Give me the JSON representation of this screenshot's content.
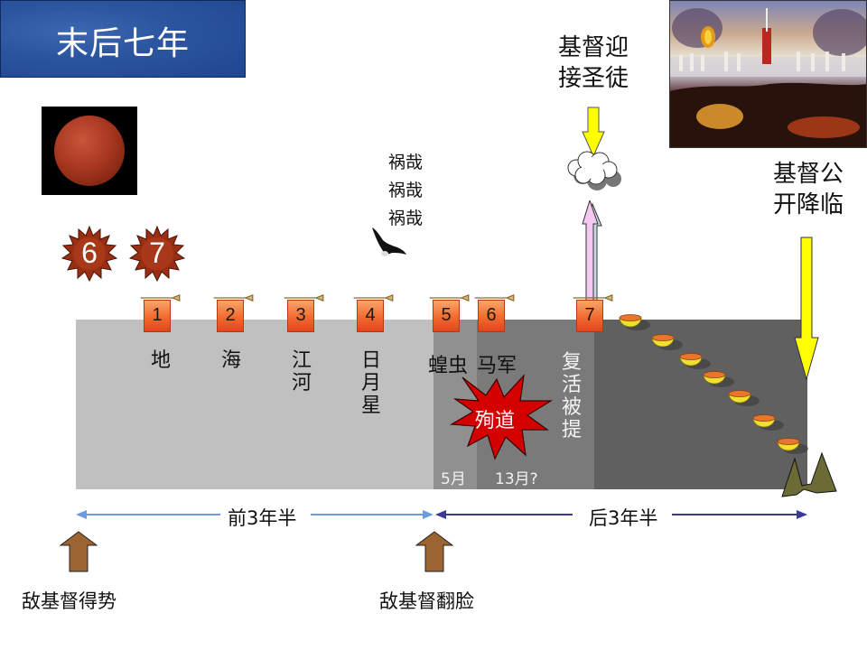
{
  "title": "末后七年",
  "seals": [
    {
      "number": "6",
      "color": "#8c2a10"
    },
    {
      "number": "7",
      "color": "#8c2a10"
    }
  ],
  "woe": {
    "lines": [
      "祸哉",
      "祸哉",
      "祸哉"
    ]
  },
  "rapture": {
    "caption_line1": "基督迎",
    "caption_line2": "接圣徒"
  },
  "second_coming": {
    "caption_line1": "基督公",
    "caption_line2": "开降临"
  },
  "trumpets": [
    {
      "number": "1",
      "label": "地"
    },
    {
      "number": "2",
      "label": "海"
    },
    {
      "number": "3",
      "label": "江河"
    },
    {
      "number": "4",
      "label": "日月星"
    },
    {
      "number": "5",
      "label": "蝗虫"
    },
    {
      "number": "6",
      "label": "马军"
    },
    {
      "number": "7",
      "label": "复活被提"
    }
  ],
  "martyrdom": {
    "label": "殉道",
    "color": "#d40000"
  },
  "months": {
    "fifth": "5月",
    "sixth": "13月?"
  },
  "bowls_count": 7,
  "periods": {
    "first": {
      "label": "前3年半",
      "color": "#6e9be0"
    },
    "second": {
      "label": "后3年半",
      "color": "#3a3a94"
    }
  },
  "events": {
    "start": "敌基督得势",
    "midpoint": "敌基督翻脸"
  },
  "colors": {
    "bar_light": "#c0c0c0",
    "bar_mid": "#909090",
    "bar_dark": "#606060",
    "arrow_yellow": "#ffff00",
    "arrow_brown": "#9c6431",
    "rapture_pink": "#f4c8f0",
    "mountain": "#6b6b35"
  }
}
